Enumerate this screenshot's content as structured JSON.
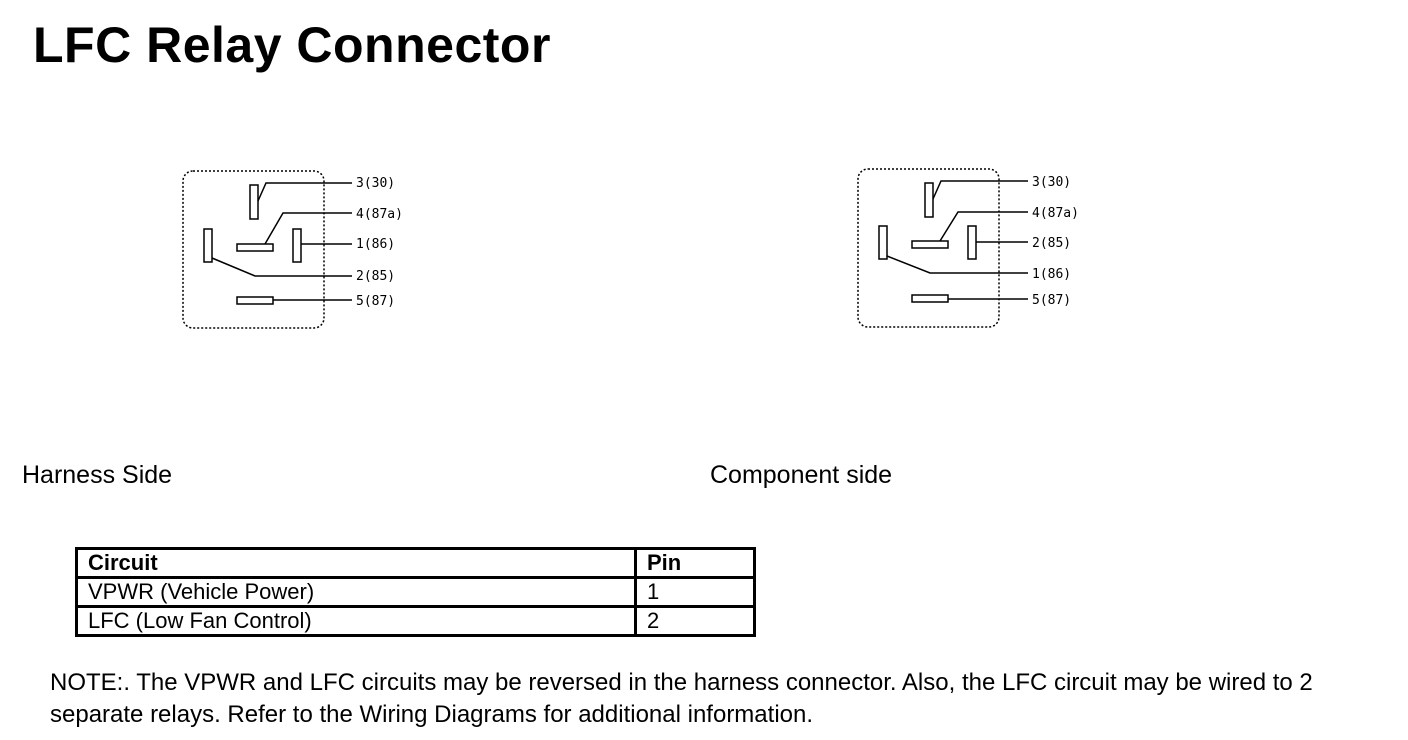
{
  "title": "LFC Relay Connector",
  "harness": {
    "caption": "Harness Side",
    "pins": [
      "3(30)",
      "4(87a)",
      "1(86)",
      "2(85)",
      "5(87)"
    ]
  },
  "component": {
    "caption": "Component side",
    "pins": [
      "3(30)",
      "4(87a)",
      "2(85)",
      "1(86)",
      "5(87)"
    ]
  },
  "table": {
    "headers": [
      "Circuit",
      "Pin"
    ],
    "rows": [
      [
        "VPWR (Vehicle Power)",
        "1"
      ],
      [
        "LFC (Low Fan Control)",
        "2"
      ]
    ]
  },
  "note": "NOTE:. The VPWR and LFC circuits may be reversed in the harness connector. Also, the LFC circuit may be wired to 2 separate relays. Refer to the Wiring Diagrams for additional information."
}
